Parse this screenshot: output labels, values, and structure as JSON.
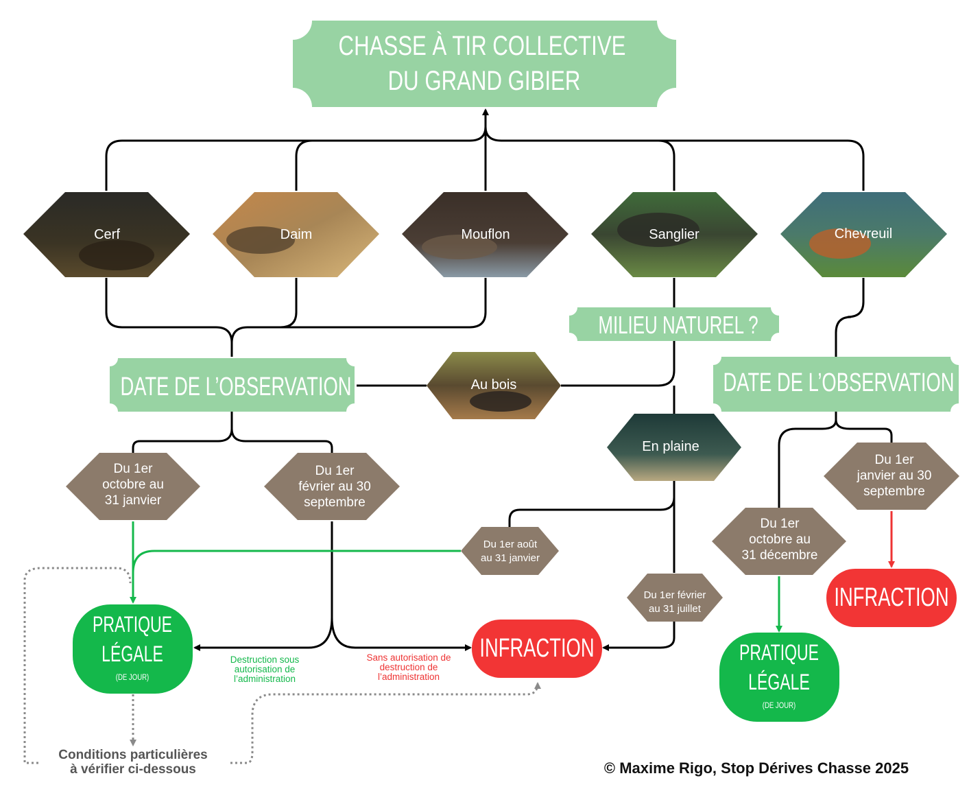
{
  "title": {
    "line1": "CHASSE À TIR COLLECTIVE",
    "line2": "DU GRAND GIBIER"
  },
  "species": {
    "cerf": "Cerf",
    "daim": "Daim",
    "mouflon": "Mouflon",
    "sanglier": "Sanglier",
    "chevreuil": "Chevreuil"
  },
  "questions": {
    "date_left": "DATE DE L’OBSERVATION",
    "milieu": "MILIEU NATUREL ?",
    "date_right": "DATE DE L’OBSERVATION"
  },
  "milieu_options": {
    "bois": "Au bois",
    "plaine": "En plaine"
  },
  "periods": {
    "left_1": [
      "Du 1er",
      "octobre au",
      "31 janvier"
    ],
    "left_2": [
      "Du 1er",
      "février au 30",
      "septembre"
    ],
    "plaine_1": [
      "Du 1er août",
      "au 31 janvier"
    ],
    "plaine_2": [
      "Du 1er février",
      "au 31 juillet"
    ],
    "right_1": [
      "Du 1er",
      "octobre au",
      "31 décembre"
    ],
    "right_2": [
      "Du 1er",
      "janvier au 30",
      "septembre"
    ]
  },
  "outcomes": {
    "legal_line1": "PRATIQUE",
    "legal_line2": "LÉGALE",
    "legal_note": "(DE JOUR)",
    "infraction": "INFRACTION"
  },
  "edge_labels": {
    "destruction_sous": [
      "Destruction sous",
      "autorisation de",
      "l’administration"
    ],
    "sans_autorisation": [
      "Sans autorisation de",
      "destruction de",
      "l’administration"
    ]
  },
  "conditions": [
    "Conditions particulières",
    "à vérifier ci-dessous"
  ],
  "credit": "© Maxime Rigo, Stop Dérives Chasse 2025",
  "colors": {
    "title_green": "#98d3a3",
    "legal_green": "#14b84b",
    "infraction_red": "#f23535",
    "period_brown": "#8c7b6b",
    "green_arrow": "#14b84b",
    "red_arrow": "#ee3333",
    "line": "#000000"
  }
}
